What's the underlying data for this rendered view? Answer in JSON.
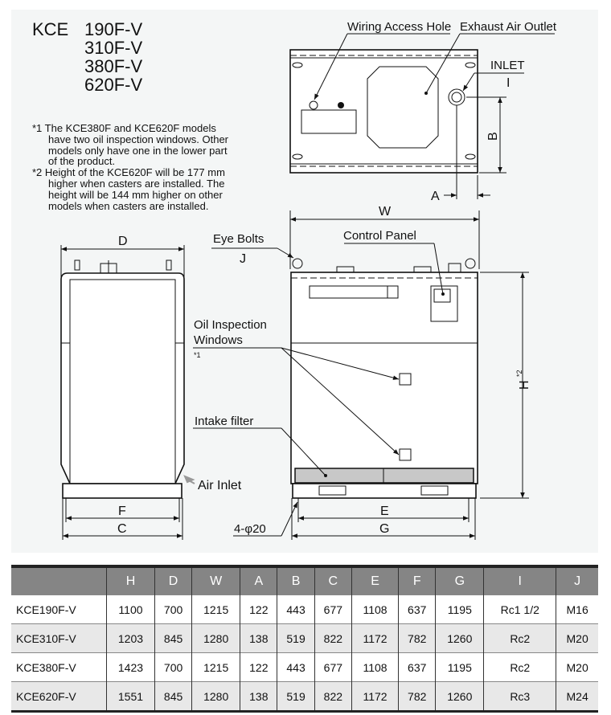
{
  "title": {
    "prefix": "KCE",
    "models": [
      "190F-V",
      "310F-V",
      "380F-V",
      "620F-V"
    ]
  },
  "notes": [
    "*1 The KCE380F and KCE620F models",
    "have two oil inspection windows. Other",
    "models only have one in the lower part",
    "of the product.",
    "*2 Height of the KCE620F will be 177 mm",
    "higher when casters are installed. The",
    "height will be 144 mm higher on other",
    "models when casters are installed."
  ],
  "labels": {
    "wiring_access_hole": "Wiring Access Hole",
    "exhaust_air_outlet": "Exhaust Air Outlet",
    "inlet": "INLET",
    "eye_bolts": "Eye Bolts",
    "control_panel": "Control Panel",
    "oil_inspection_1": "Oil Inspection",
    "oil_inspection_2": "Windows",
    "oil_note": "*1",
    "intake_filter": "Intake filter",
    "air_inlet": "Air Inlet",
    "holes": "4-φ20",
    "h_note": "*2"
  },
  "dims": {
    "A": "A",
    "B": "B",
    "C": "C",
    "D": "D",
    "E": "E",
    "F": "F",
    "G": "G",
    "H": "H",
    "I": "I",
    "J": "J",
    "W": "W"
  },
  "table": {
    "headers": [
      "",
      "H",
      "D",
      "W",
      "A",
      "B",
      "C",
      "E",
      "F",
      "G",
      "I",
      "J"
    ],
    "rows": [
      [
        "KCE190F-V",
        "1100",
        "700",
        "1215",
        "122",
        "443",
        "677",
        "1108",
        "637",
        "1195",
        "Rc1 1/2",
        "M16"
      ],
      [
        "KCE310F-V",
        "1203",
        "845",
        "1280",
        "138",
        "519",
        "822",
        "1172",
        "782",
        "1260",
        "Rc2",
        "M20"
      ],
      [
        "KCE380F-V",
        "1423",
        "700",
        "1215",
        "122",
        "443",
        "677",
        "1108",
        "637",
        "1195",
        "Rc2",
        "M20"
      ],
      [
        "KCE620F-V",
        "1551",
        "845",
        "1280",
        "138",
        "519",
        "822",
        "1172",
        "782",
        "1260",
        "Rc3",
        "M24"
      ]
    ]
  }
}
